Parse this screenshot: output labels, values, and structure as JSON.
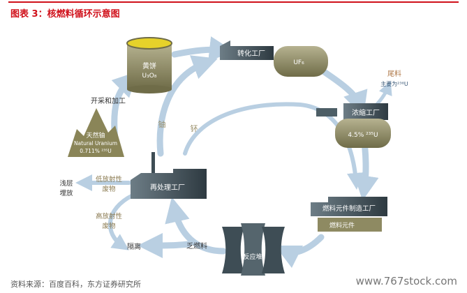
{
  "title": "图表 3：核燃料循环示意图",
  "source": "资料来源：百度百科，东方证券研究所",
  "watermark": "www.767stock.com",
  "diagram": {
    "yellowcake": {
      "label": "黄饼",
      "formula": "U₃O₈"
    },
    "conversion_plant": "转化工厂",
    "uf6": "UF₆",
    "tails": {
      "label": "尾料",
      "detail": "主要为²³⁸U"
    },
    "enrichment_plant": "浓缩工厂",
    "enriched": "4.5% ²³⁵U",
    "fuel_fab_plant": "燃料元件制造工厂",
    "fuel_elements": "燃料元件",
    "reactor": "反应堆",
    "spent_fuel": "乏燃料",
    "isolation": "隔离",
    "reprocessing_plant": "再处理工厂",
    "uranium": "铀",
    "plutonium": "钚",
    "mining": "开采和加工",
    "natural_uranium": {
      "cn": "天然铀",
      "en": "Natural Uranium",
      "pct": "0.711% ²³⁵U"
    },
    "low_level_waste": {
      "line1": "低放射性",
      "line2": "废物"
    },
    "shallow_burial": {
      "line1": "浅层",
      "line2": "埋放"
    },
    "high_level_waste": {
      "line1": "高放射性",
      "line2": "废物"
    }
  },
  "colors": {
    "accent": "#d0101a",
    "arrow": "#b9cfe2",
    "plant": "#3b4a52",
    "tank": "#8e8a62"
  }
}
